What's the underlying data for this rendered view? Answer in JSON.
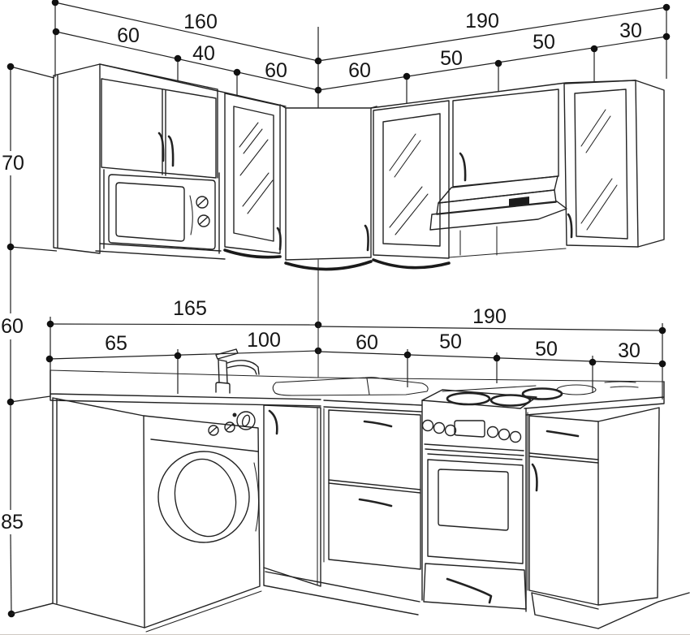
{
  "meta": {
    "background_color": "#ffffff",
    "line_color": "#1f1f1f"
  },
  "dimensions": {
    "upper_left_run": {
      "total": "160",
      "segments": [
        "60",
        "40",
        "60"
      ]
    },
    "upper_right_run": {
      "total": "190",
      "segments": [
        "60",
        "50",
        "50",
        "30"
      ]
    },
    "lower_left_run": {
      "total": "165",
      "segments": [
        "65",
        "100"
      ]
    },
    "lower_right_run": {
      "total": "190",
      "segments": [
        "60",
        "50",
        "50",
        "30"
      ]
    },
    "heights": {
      "upper_cabinets": "70",
      "wall_gap": "60",
      "base_cabinets": "85"
    }
  }
}
